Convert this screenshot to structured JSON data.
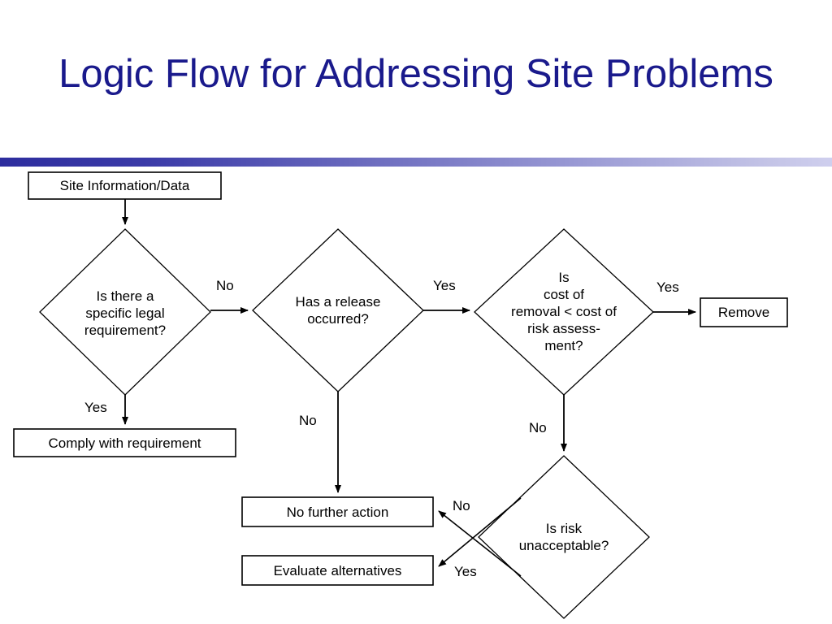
{
  "slide": {
    "title": "Logic Flow for Addressing Site Problems",
    "title_color": "#1a1a8c",
    "background_color": "#ffffff",
    "rule_gradient_from": "#2d2d9e",
    "rule_gradient_to": "#cfcfee"
  },
  "diagram": {
    "type": "flowchart",
    "stroke_color": "#000000",
    "fill_color": "#ffffff",
    "nodes": [
      {
        "id": "site-info",
        "shape": "box",
        "label": "Site Information/Data"
      },
      {
        "id": "legal-requirement",
        "shape": "diamond",
        "label": "Is there a\nspecific legal\nrequirement?"
      },
      {
        "id": "comply",
        "shape": "box",
        "label": "Comply with requirement"
      },
      {
        "id": "release-occurred",
        "shape": "diamond",
        "label": "Has a release\noccurred?"
      },
      {
        "id": "cost-comparison",
        "shape": "diamond",
        "label": "Is\ncost of\nremoval < cost of\nrisk assess-\nment?"
      },
      {
        "id": "remove",
        "shape": "box",
        "label": "Remove"
      },
      {
        "id": "no-further-action",
        "shape": "box",
        "label": "No further action"
      },
      {
        "id": "evaluate-alternatives",
        "shape": "box",
        "label": "Evaluate alternatives"
      },
      {
        "id": "risk-unacceptable",
        "shape": "diamond",
        "label": "Is risk\nunacceptable?"
      }
    ],
    "edges": [
      {
        "from": "site-info",
        "to": "legal-requirement",
        "label": ""
      },
      {
        "from": "legal-requirement",
        "to": "comply",
        "label": "Yes"
      },
      {
        "from": "legal-requirement",
        "to": "release-occurred",
        "label": "No"
      },
      {
        "from": "release-occurred",
        "to": "cost-comparison",
        "label": "Yes"
      },
      {
        "from": "release-occurred",
        "to": "no-further-action",
        "label": "No"
      },
      {
        "from": "cost-comparison",
        "to": "remove",
        "label": "Yes"
      },
      {
        "from": "cost-comparison",
        "to": "risk-unacceptable",
        "label": "No"
      },
      {
        "from": "risk-unacceptable",
        "to": "no-further-action",
        "label": "No"
      },
      {
        "from": "risk-unacceptable",
        "to": "evaluate-alternatives",
        "label": "Yes"
      }
    ],
    "edge_labels": {
      "legal_no": "No",
      "legal_yes": "Yes",
      "release_yes": "Yes",
      "release_no": "No",
      "cost_yes": "Yes",
      "cost_no": "No",
      "risk_no": "No",
      "risk_yes": "Yes"
    }
  }
}
